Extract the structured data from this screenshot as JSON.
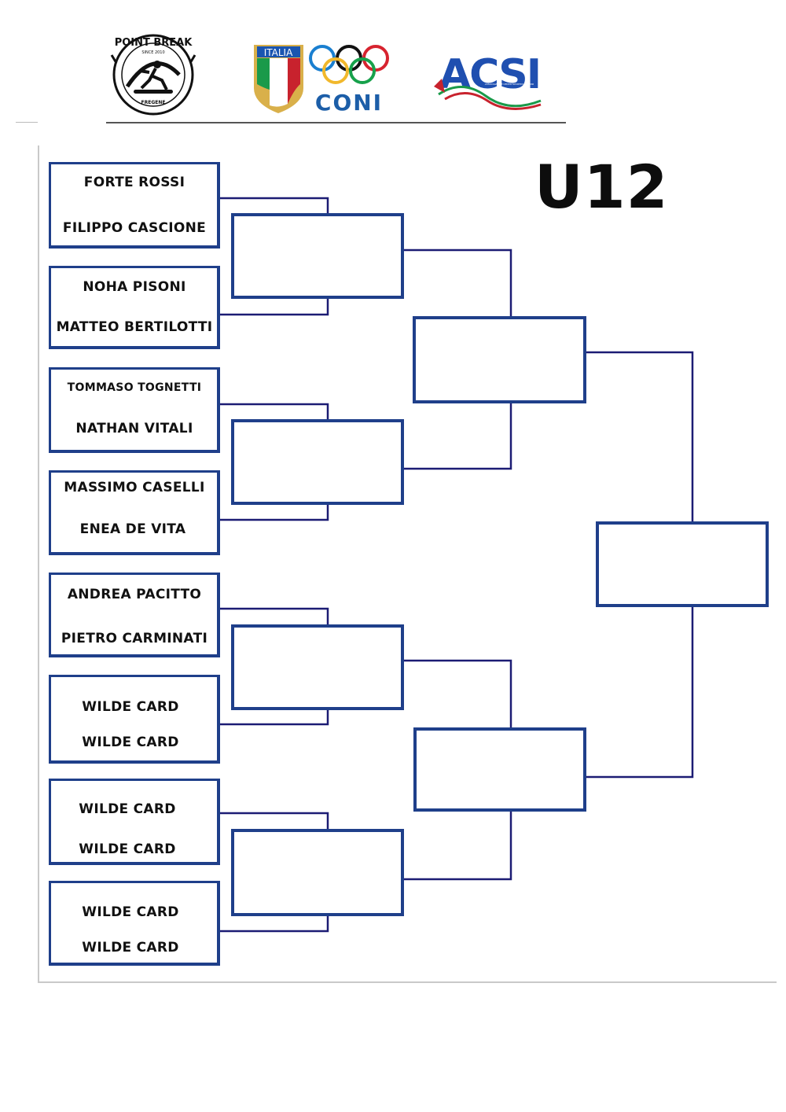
{
  "header": {
    "category": "U12",
    "logos": [
      {
        "name": "point-break-logo",
        "text_top": "POINT BREAK",
        "text_mid": "SINCE 2010",
        "text_bottom": "FREGENE"
      },
      {
        "name": "coni-logo",
        "text_flag": "ITALIA",
        "text": "CONI"
      },
      {
        "name": "acsi-logo",
        "text": "ACSI",
        "subtext": "ASSOCIAZIONE CENTRI SPORTIVI ITALIANI"
      }
    ]
  },
  "colors": {
    "line": "#1c1c74",
    "box_border": "#1f3f8a",
    "title": "#0d0d0d"
  },
  "bracket": {
    "round1": [
      {
        "top": "FORTE ROSSI",
        "bottom": "FILIPPO CASCIONE"
      },
      {
        "top": "NOHA PISONI",
        "bottom": "MATTEO BERTILOTTI"
      },
      {
        "top": "TOMMASO TOGNETTI",
        "bottom": "NATHAN VITALI"
      },
      {
        "top": "MASSIMO CASELLI",
        "bottom": "ENEA DE VITA"
      },
      {
        "top": "ANDREA PACITTO",
        "bottom": "PIETRO CARMINATI"
      },
      {
        "top": "WILDE CARD",
        "bottom": "WILDE CARD"
      },
      {
        "top": "WILDE CARD",
        "bottom": "WILDE CARD"
      },
      {
        "top": "WILDE CARD",
        "bottom": "WILDE CARD"
      }
    ],
    "round2": [
      "",
      "",
      "",
      ""
    ],
    "round3": [
      "",
      ""
    ],
    "final": [
      ""
    ]
  }
}
